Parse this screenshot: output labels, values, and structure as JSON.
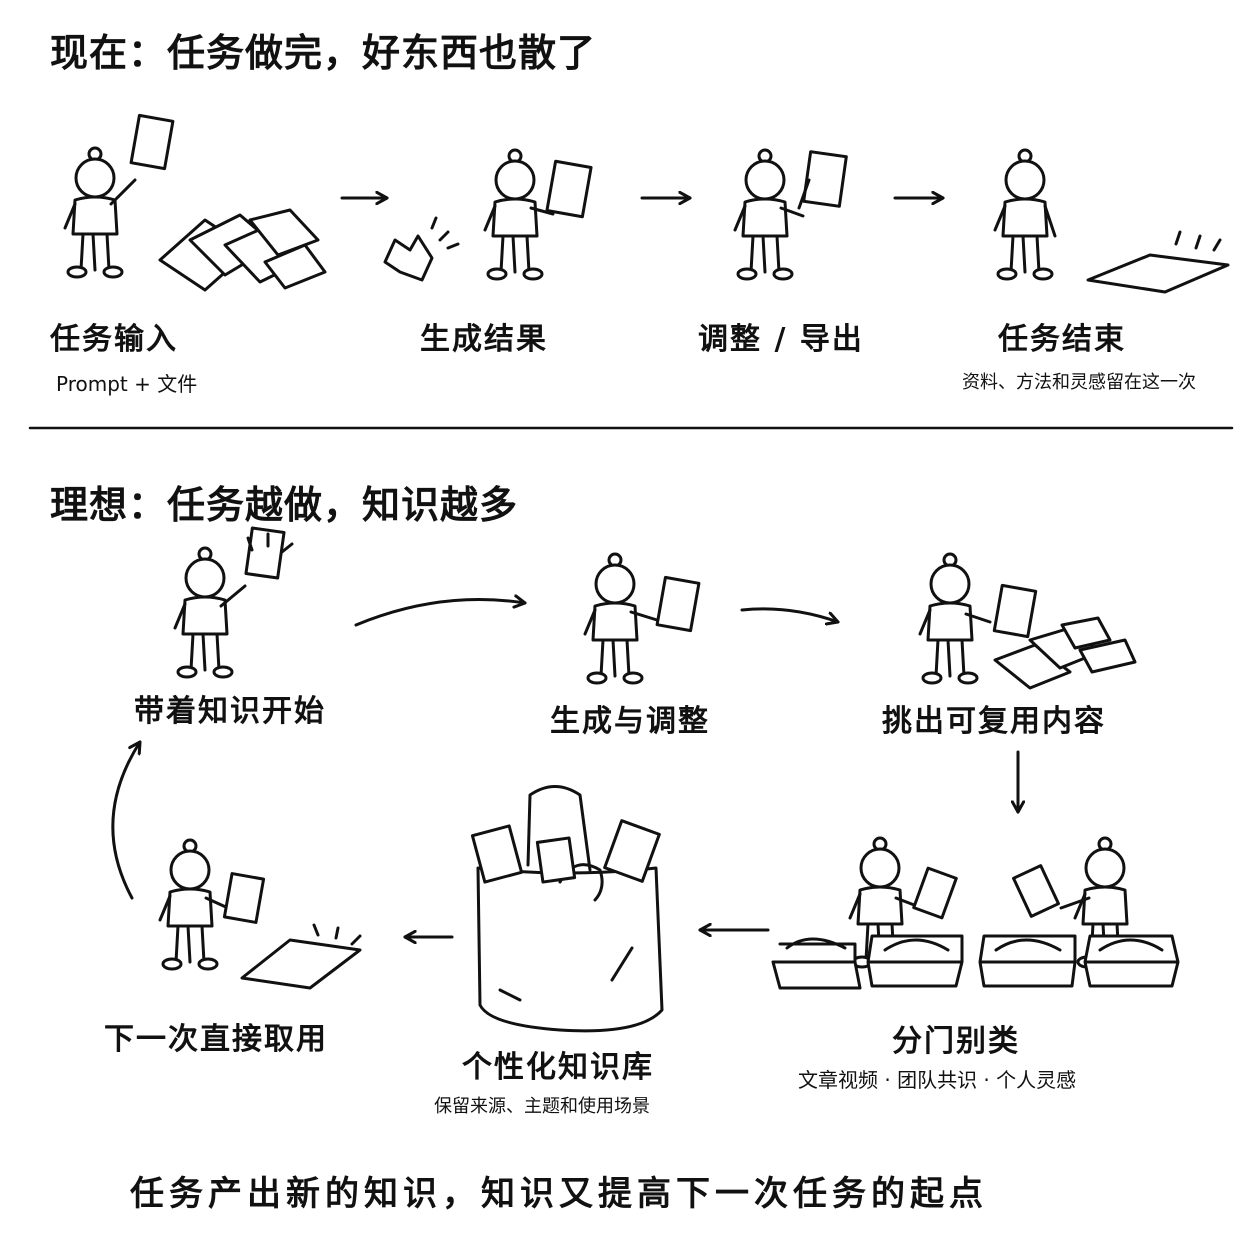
{
  "top": {
    "title": "现在：任务做完，好东西也散了",
    "steps": [
      {
        "label": "任务输入",
        "sub": "Prompt + 文件"
      },
      {
        "label": "生成结果"
      },
      {
        "label": "调整 / 导出"
      },
      {
        "label": "任务结束",
        "sub": "资料、方法和灵感留在这一次"
      }
    ]
  },
  "bottom": {
    "title": "理想：任务越做，知识越多",
    "steps": [
      {
        "label": "带着知识开始"
      },
      {
        "label": "生成与调整"
      },
      {
        "label": "挑出可复用内容"
      },
      {
        "label": "分门别类",
        "sub": "文章视频 · 团队共识 · 个人灵感"
      },
      {
        "label": "个性化知识库",
        "sub": "保留来源、主题和使用场景"
      },
      {
        "label": "下一次直接取用"
      }
    ]
  },
  "footer": "任务产出新的知识，知识又提高下一次任务的起点"
}
